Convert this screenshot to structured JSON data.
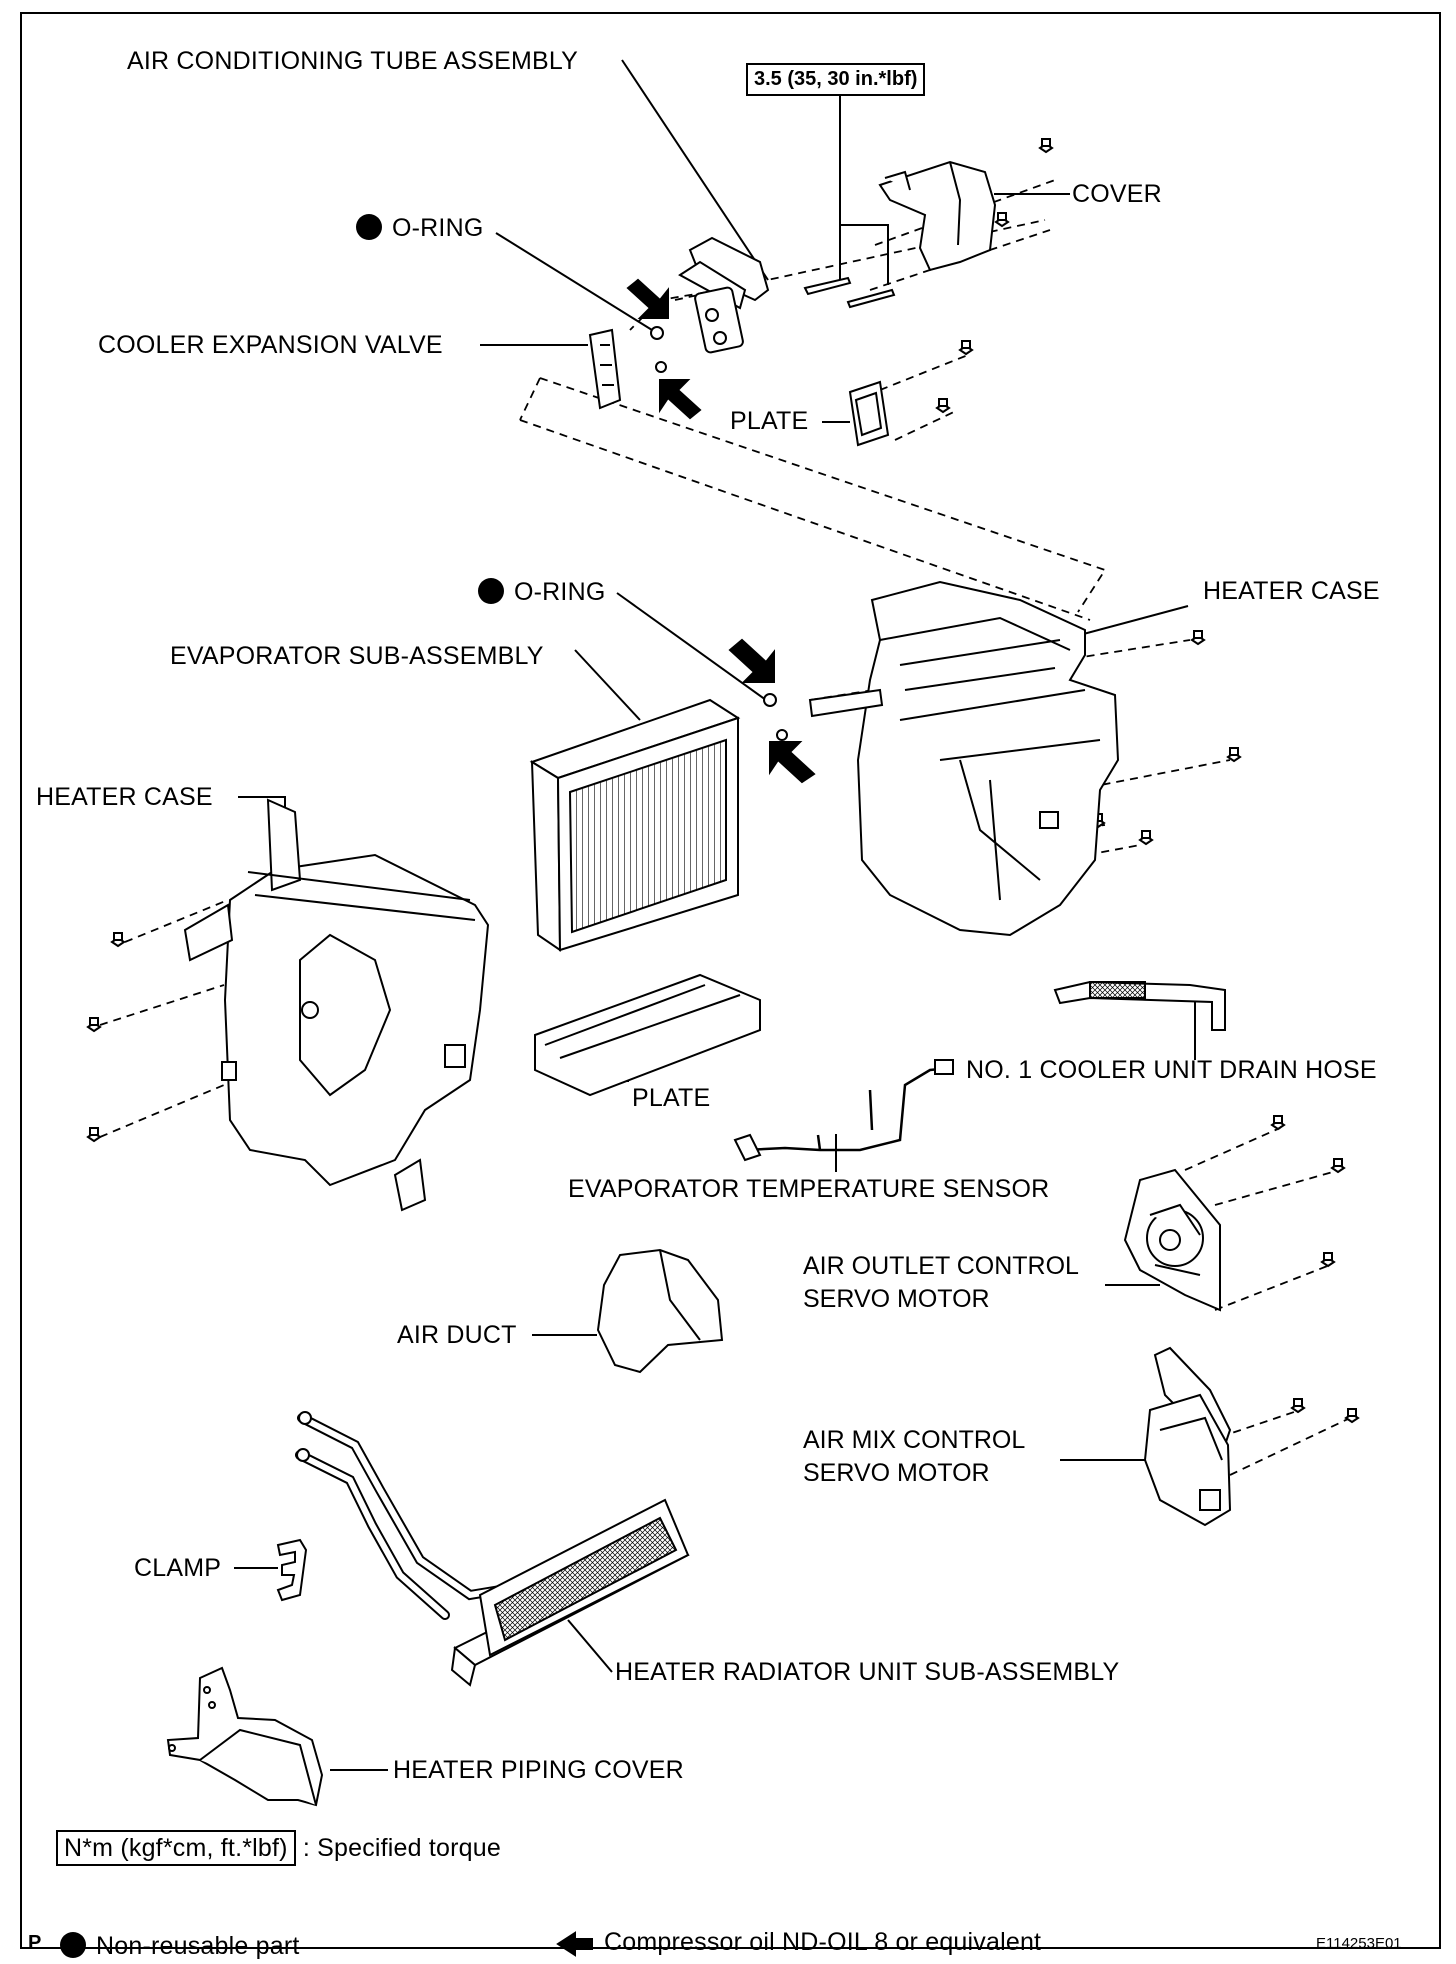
{
  "torque_spec": "3.5 (35, 30 in.*lbf)",
  "labels": {
    "air_conditioning_tube_assembly": "AIR CONDITIONING TUBE ASSEMBLY",
    "o_ring_top": "O-RING",
    "cooler_expansion_valve": "COOLER EXPANSION VALVE",
    "cover": "COVER",
    "plate_top": "PLATE",
    "o_ring_mid": "O-RING",
    "heater_case_right": "HEATER CASE",
    "evaporator_sub_assembly": "EVAPORATOR SUB-ASSEMBLY",
    "heater_case_left": "HEATER CASE",
    "no1_cooler_unit_drain_hose": "NO. 1 COOLER UNIT DRAIN HOSE",
    "plate_bottom": "PLATE",
    "evaporator_temperature_sensor": "EVAPORATOR TEMPERATURE SENSOR",
    "air_outlet_control_servo_motor_1": "AIR OUTLET CONTROL",
    "air_outlet_control_servo_motor_2": "SERVO MOTOR",
    "air_duct": "AIR DUCT",
    "air_mix_control_servo_motor_1": "AIR MIX CONTROL",
    "air_mix_control_servo_motor_2": "SERVO MOTOR",
    "clamp": "CLAMP",
    "heater_radiator_unit_sub_assembly": "HEATER RADIATOR UNIT SUB-ASSEMBLY",
    "heater_piping_cover": "HEATER PIPING COVER"
  },
  "legend": {
    "torque_unit": "N*m (kgf*cm, ft.*lbf)",
    "torque_text": ": Specified torque",
    "non_reusable": "Non-reusable part",
    "compressor_oil": "Compressor oil ND-OIL 8 or equivalent"
  },
  "footer": {
    "page_letter": "P",
    "figure_code": "E114253E01"
  },
  "icons": {
    "non_reusable": "filled-circle-icon",
    "oil": "arrow-left-icon"
  }
}
